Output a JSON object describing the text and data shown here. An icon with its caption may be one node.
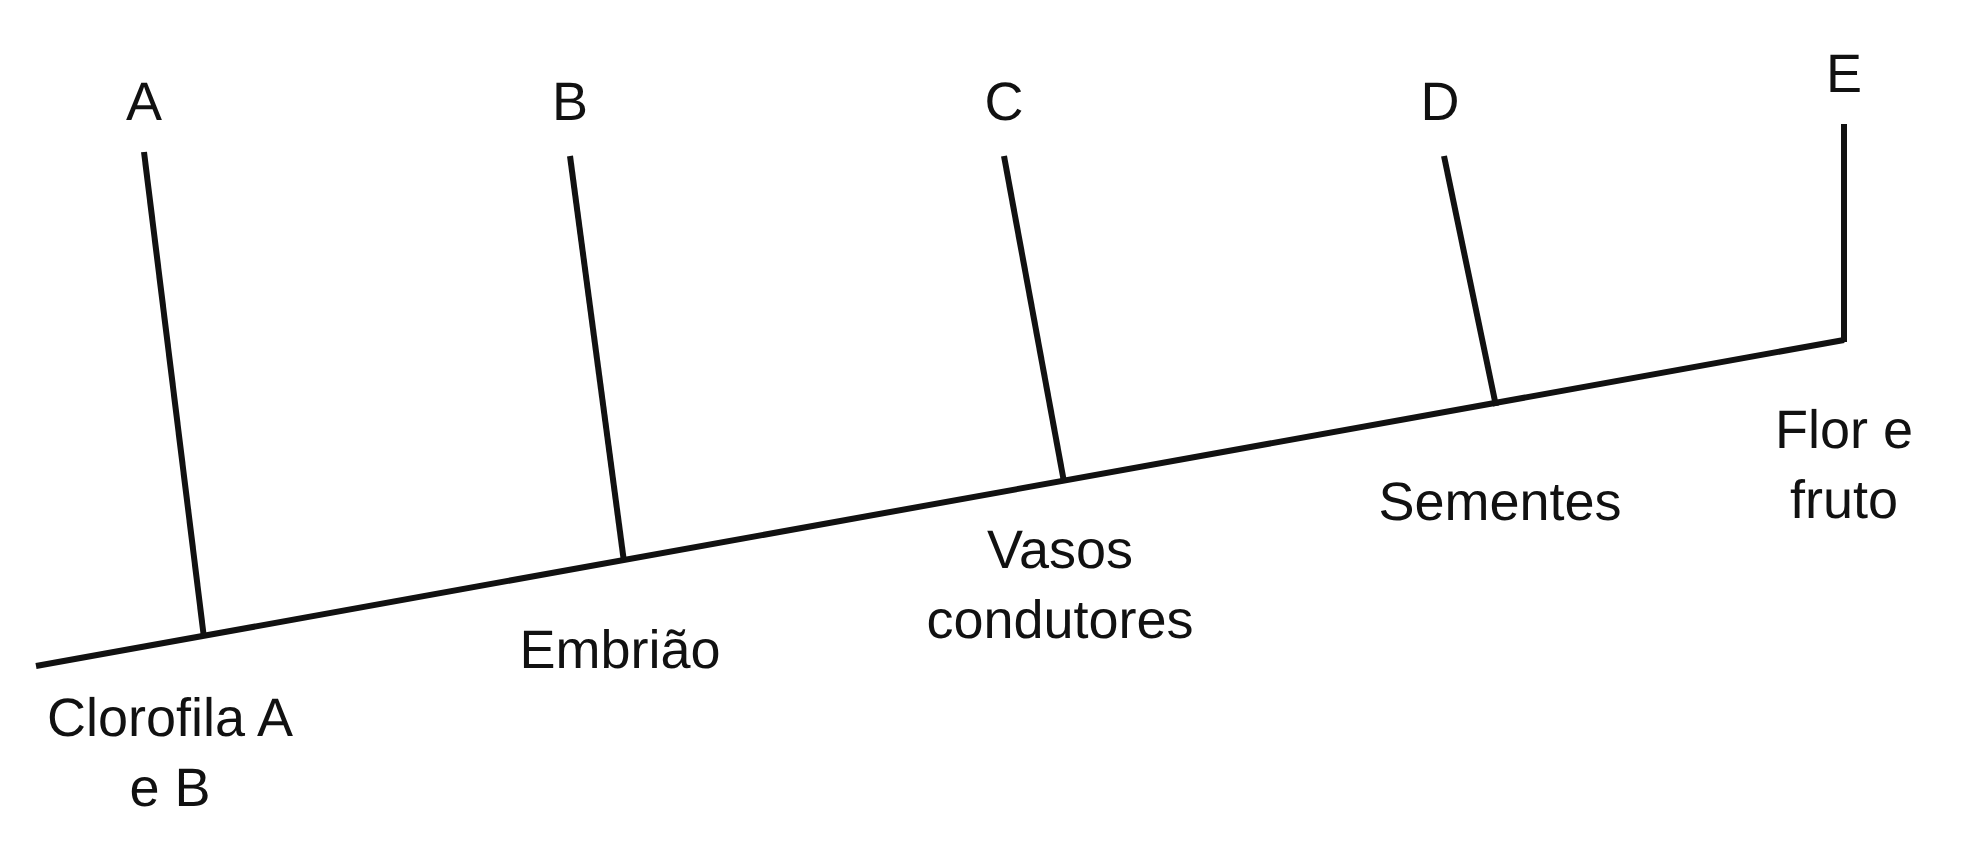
{
  "diagram": {
    "nodes": [
      {
        "text": [
          "A"
        ]
      },
      {
        "text": [
          "B"
        ]
      },
      {
        "text": [
          "C"
        ]
      },
      {
        "text": [
          "D"
        ]
      },
      {
        "text": [
          "E"
        ]
      }
    ],
    "edges": [
      {
        "from": 0,
        "to": null,
        "arrow": "none"
      },
      {
        "from": 1,
        "to": null,
        "arrow": "none"
      },
      {
        "from": 2,
        "to": null,
        "arrow": "none"
      },
      {
        "from": 3,
        "to": null,
        "arrow": "none"
      },
      {
        "from": 4,
        "to": null,
        "arrow": "none"
      }
    ],
    "labels": [
      "Clorofila A e B",
      "Embrião",
      "Vasos condutores",
      "Sementes",
      "Flor e fruto"
    ]
  }
}
